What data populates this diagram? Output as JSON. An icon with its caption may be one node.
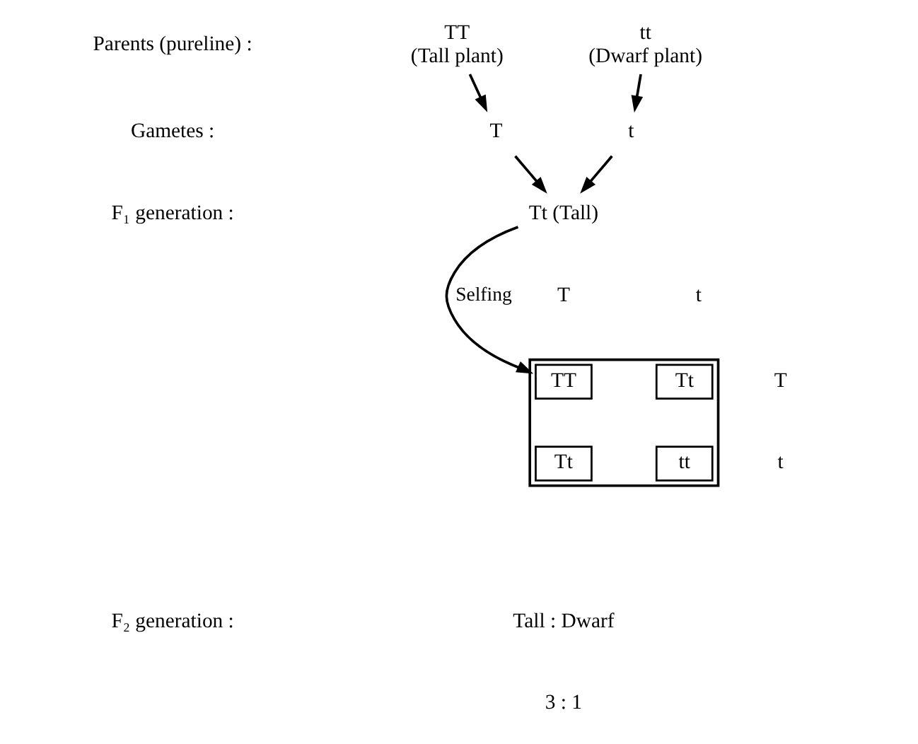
{
  "diagram": {
    "nodes": [
      {
        "text": [
          "TT",
          "(Tall plant)"
        ]
      },
      {
        "text": [
          "tt",
          "(Dwarf plant)"
        ]
      },
      {
        "text": [
          "T"
        ]
      },
      {
        "text": [
          "t"
        ]
      },
      {
        "text": [
          "Tt (Tall)"
        ]
      },
      {
        "text": [],
        "shape": "box"
      },
      {
        "text": [
          "TT"
        ],
        "in": 5
      },
      {
        "text": [
          "Tt"
        ],
        "in": 5
      },
      {
        "text": [
          "Tt"
        ],
        "in": 5
      },
      {
        "text": [
          "tt"
        ],
        "in": 5
      }
    ],
    "edges": [
      {
        "from": 0,
        "to": 2,
        "arrow": "to"
      },
      {
        "from": 1,
        "to": 3,
        "arrow": "to"
      },
      {
        "from": 2,
        "to": 4,
        "arrow": "to"
      },
      {
        "from": 3,
        "to": 4,
        "arrow": "to"
      },
      {
        "from": 4,
        "to": 5,
        "arrow": "to",
        "label": "Selfing"
      }
    ],
    "labels": [
      "Parents (pureline) :",
      "Gametes :",
      "F₁ generation :",
      "T",
      "t",
      "T",
      "t",
      "F₂ generation :",
      "Tall : Dwarf",
      "3 : 1"
    ]
  }
}
